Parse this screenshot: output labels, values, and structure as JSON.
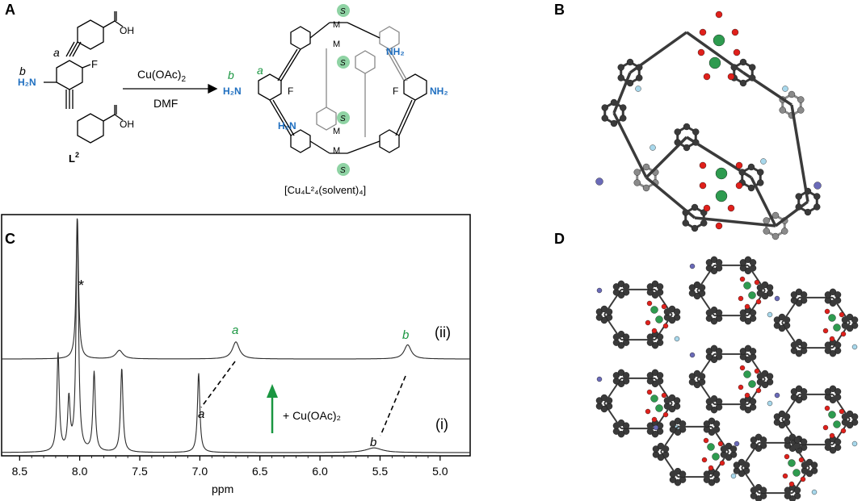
{
  "panels": {
    "a": "A",
    "b": "B",
    "c": "C",
    "d": "D"
  },
  "scheme": {
    "ligand_label": "L",
    "ligand_sup": "2",
    "reagent": "Cu(OAc)",
    "reagent_sub": "2",
    "solvent": "DMF",
    "amine": "H₂N",
    "amine_right": "NH₂",
    "fluoro": "F",
    "acid": "OH",
    "label_a": "a",
    "label_b": "b",
    "metal": "M",
    "solvent_site": "S",
    "product_label": "[Cu₄L²₄(solvent)₄]"
  },
  "spectrum": {
    "xlabel": "ppm",
    "xlim": [
      8.65,
      4.75
    ],
    "ticks": [
      "8.5",
      "8.0",
      "7.5",
      "7.0",
      "6.5",
      "6.0",
      "5.5",
      "5.0"
    ],
    "trace_top_label": "(ii)",
    "trace_bottom_label": "(i)",
    "star": "*",
    "arrow_label": "+ Cu(OAc)₂",
    "peak_a": "a",
    "peak_b": "b",
    "green": "#1a9641"
  },
  "chart_data": {
    "type": "line",
    "title": "",
    "xlabel": "ppm",
    "ylabel": "",
    "xlim": [
      8.65,
      4.75
    ],
    "series": [
      {
        "name": "(ii)",
        "peaks": [
          {
            "ppm": 8.02,
            "height": 1.0
          },
          {
            "ppm": 7.67,
            "height": 0.06
          },
          {
            "ppm": 6.7,
            "height": 0.12
          },
          {
            "ppm": 5.27,
            "height": 0.1
          }
        ]
      },
      {
        "name": "(i)",
        "peaks": [
          {
            "ppm": 8.18,
            "height": 0.42
          },
          {
            "ppm": 8.09,
            "height": 0.22
          },
          {
            "ppm": 8.02,
            "height": 1.0
          },
          {
            "ppm": 7.88,
            "height": 0.34
          },
          {
            "ppm": 7.65,
            "height": 0.36
          },
          {
            "ppm": 7.01,
            "height": 0.34
          },
          {
            "ppm": 5.55,
            "height": 0.02
          }
        ]
      }
    ]
  },
  "colors": {
    "carbon": "#3a3a3a",
    "copper": "#2e9b4f",
    "oxygen": "#e0201b",
    "nitrogen": "#6a6ab8",
    "fluorine": "#a8d8ec",
    "blue_text": "#1f6fc0"
  }
}
